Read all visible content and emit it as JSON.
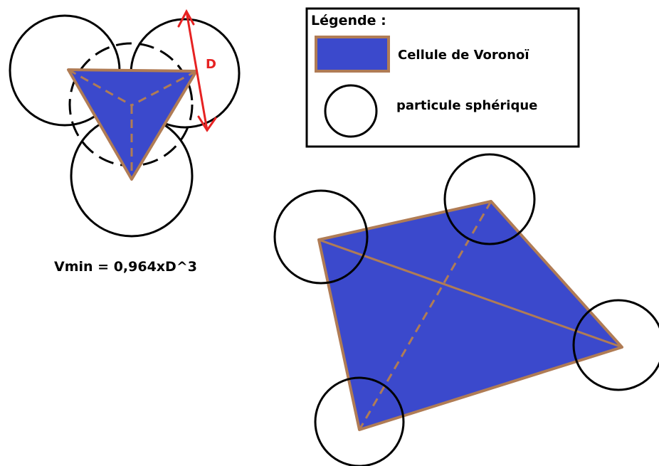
{
  "legend": {
    "title": "Légende :",
    "voronoi_label": "Cellule de Voronoï",
    "particle_label": "particule sphérique"
  },
  "diagram": {
    "dimension_label": "D",
    "formula": "Vmin = 0,964xD^3"
  },
  "colors": {
    "cell_fill": "#3b49cc",
    "cell_edge": "#b07c55",
    "dimension_arrow": "#e62222",
    "particle_outline": "#000000"
  }
}
